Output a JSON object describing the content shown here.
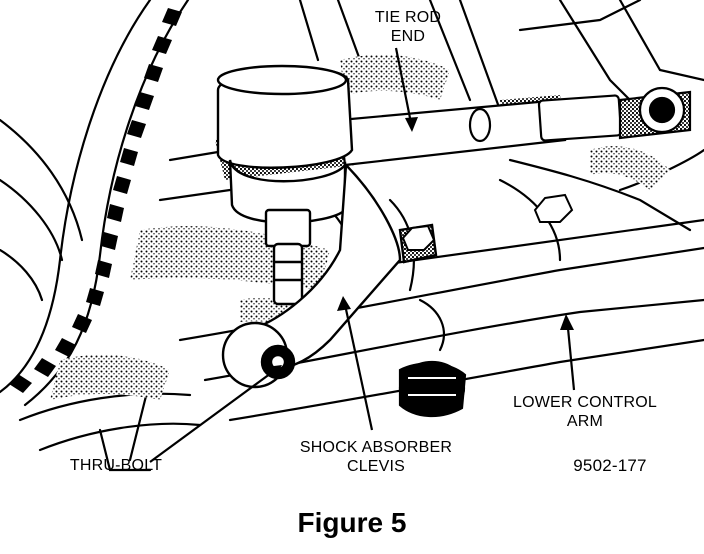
{
  "labels": {
    "tie_rod_end_line1": "TIE ROD",
    "tie_rod_end_line2": "END",
    "lower_control_arm_line1": "LOWER CONTROL",
    "lower_control_arm_line2": "ARM",
    "shock_absorber_clevis_line1": "SHOCK ABSORBER",
    "shock_absorber_clevis_line2": "CLEVIS",
    "thru_bolt": "THRU-BOLT",
    "reference_number": "9502-177"
  },
  "caption": "Figure 5",
  "colors": {
    "ink": "#000000",
    "paper": "#ffffff"
  }
}
